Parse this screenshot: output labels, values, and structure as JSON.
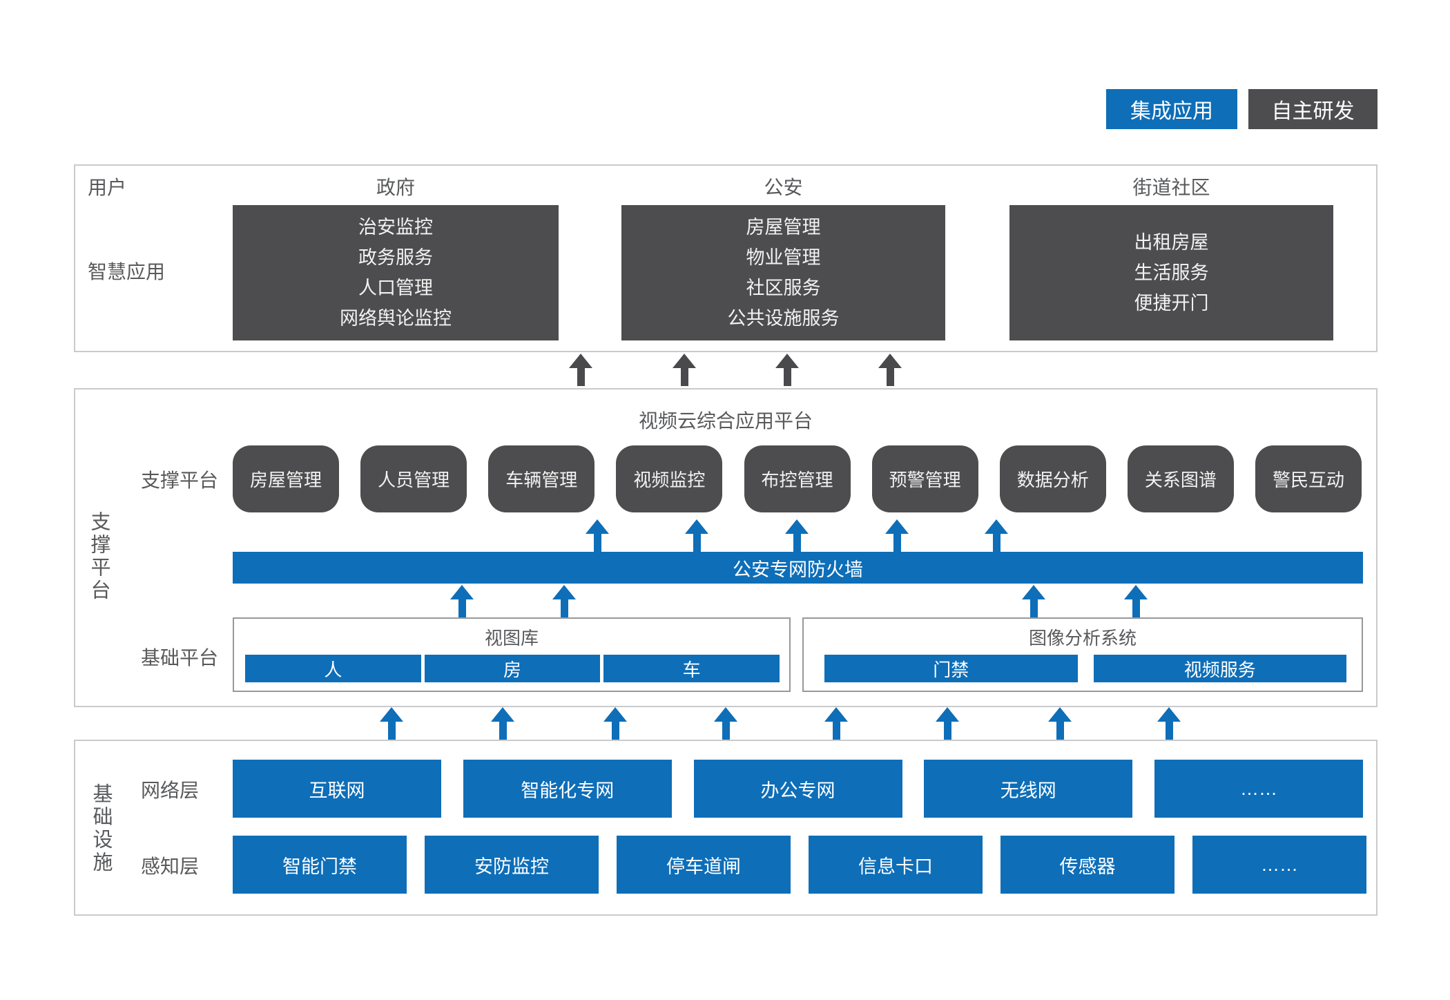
{
  "colors": {
    "accent_blue": "#0E6EB8",
    "dark_gray": "#4D4D4F",
    "label_gray": "#58595B"
  },
  "legend": {
    "integrated_label": "集成应用",
    "self_developed_label": "自主研发"
  },
  "user_layer": {
    "row_label_top": "用户",
    "row_label_bottom": "智慧应用",
    "groups": [
      {
        "header": "政府",
        "items": [
          "治安监控",
          "政务服务",
          "人口管理",
          "网络舆论监控"
        ]
      },
      {
        "header": "公安",
        "items": [
          "房屋管理",
          "物业管理",
          "社区服务",
          "公共设施服务"
        ]
      },
      {
        "header": "街道社区",
        "items": [
          "出租房屋",
          "生活服务",
          "便捷开门"
        ]
      }
    ]
  },
  "platform_layer": {
    "side_label": "支撑平台",
    "title": "视频云综合应用平台",
    "support_label": "支撑平台",
    "modules": [
      "房屋管理",
      "人员管理",
      "车辆管理",
      "视频监控",
      "布控管理",
      "预警管理",
      "数据分析",
      "关系图谱",
      "警民互动"
    ],
    "firewall_label": "公安专网防火墙",
    "base_label": "基础平台",
    "base_systems": [
      {
        "title": "视图库",
        "items": [
          "人",
          "房",
          "车"
        ]
      },
      {
        "title": "图像分析系统",
        "items": [
          "门禁",
          "视频服务"
        ]
      }
    ]
  },
  "infrastructure_layer": {
    "side_label": "基础设施",
    "network_row": {
      "label": "网络层",
      "items": [
        "互联网",
        "智能化专网",
        "办公专网",
        "无线网",
        "……"
      ]
    },
    "perception_row": {
      "label": "感知层",
      "items": [
        "智能门禁",
        "安防监控",
        "停车道闸",
        "信息卡口",
        "传感器",
        "……"
      ]
    }
  }
}
